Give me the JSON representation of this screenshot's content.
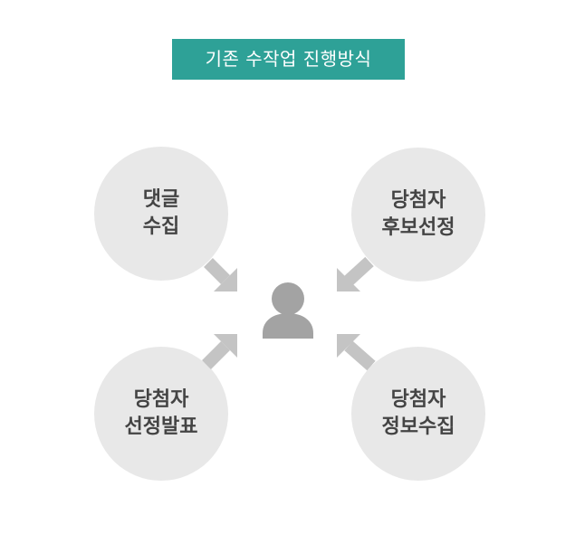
{
  "title": "기존 수작업 진행방식",
  "center_icon": "person-icon",
  "colors": {
    "badge": "#2ea197",
    "circle": "#e8e8e8",
    "arrow": "#c4c4c4",
    "person": "#a3a3a3",
    "text": "#444444"
  },
  "nodes": {
    "top_left": {
      "line1": "댓글",
      "line2": "수집"
    },
    "top_right": {
      "line1": "당첨자",
      "line2": "후보선정"
    },
    "bottom_left": {
      "line1": "당첨자",
      "line2": "선정발표"
    },
    "bottom_right": {
      "line1": "당첨자",
      "line2": "정보수집"
    }
  }
}
